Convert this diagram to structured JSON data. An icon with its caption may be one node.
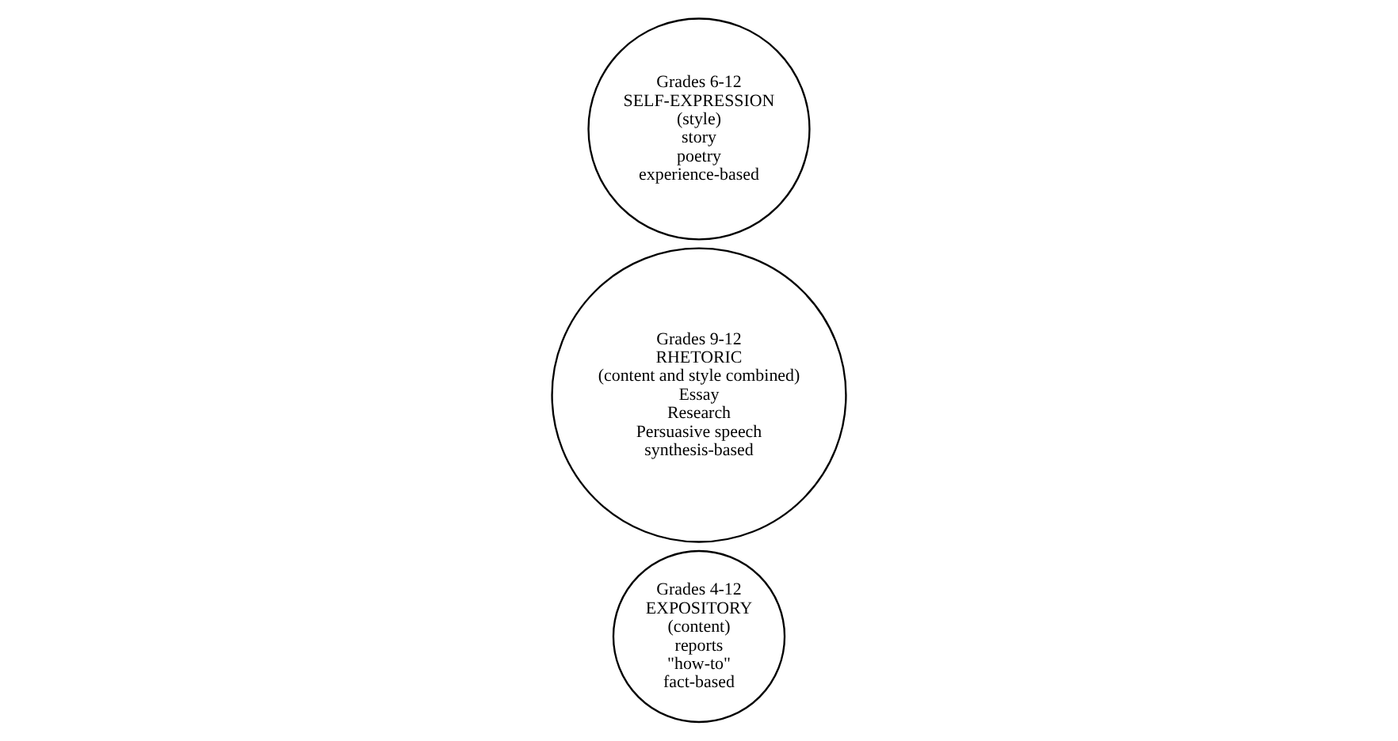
{
  "diagram": {
    "nodes": [
      {
        "text": [
          "Grades 4-12",
          "EXPOSITORY",
          "(content)",
          "reports",
          "\"how-to\"",
          "fact-based"
        ]
      },
      {
        "text": [
          "Grades 9-12",
          "RHETORIC",
          "(content and style combined)",
          "Essay",
          "Research",
          "Persuasive speech",
          "synthesis-based"
        ]
      },
      {
        "text": [
          "Grades 6-12",
          "SELF-EXPRESSION",
          "(style)",
          "story",
          "poetry",
          "experience-based"
        ]
      }
    ],
    "edges": []
  }
}
